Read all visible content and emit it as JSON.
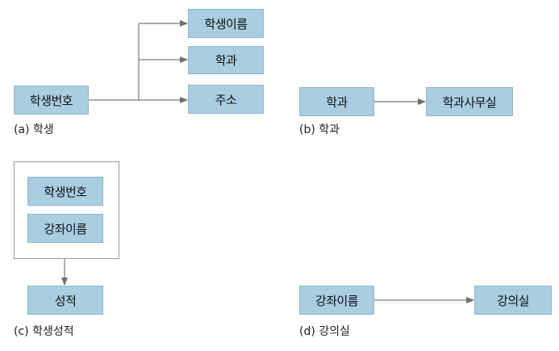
{
  "colors": {
    "box_fill": "#a9cde1",
    "line": "#7a7a7a"
  },
  "a": {
    "key": "학생번호",
    "targets": [
      "학생이름",
      "학과",
      "주소"
    ],
    "caption": "(a) 학생"
  },
  "b": {
    "key": "학과",
    "target": "학과사무실",
    "caption": "(b) 학과"
  },
  "c": {
    "keys": [
      "학생번호",
      "강좌이름"
    ],
    "target": "성적",
    "caption": "(c) 학생성적"
  },
  "d": {
    "key": "강좌이름",
    "target": "강의실",
    "caption": "(d) 강의실"
  }
}
